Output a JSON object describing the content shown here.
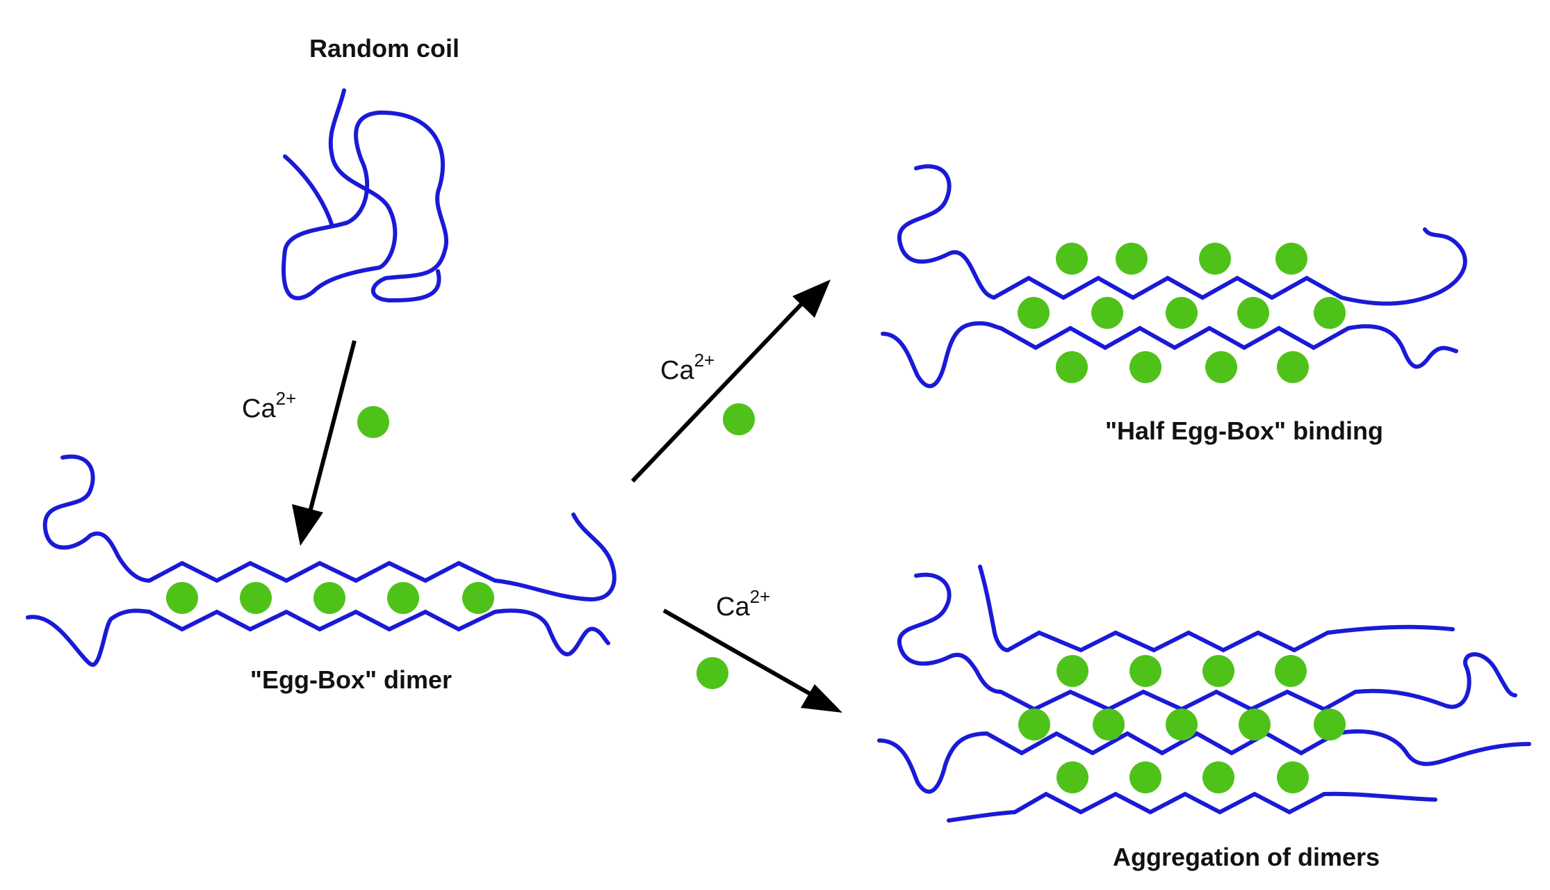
{
  "labels": {
    "random_coil": "Random coil",
    "egg_box_dimer": "\"Egg-Box\" dimer",
    "half_egg_box": "\"Half Egg-Box\" binding",
    "aggregation": "Aggregation of dimers"
  },
  "ion": {
    "symbol": "Ca",
    "charge": "2+"
  },
  "colors": {
    "chain": "#1a1ad6",
    "ion": "#4fc21a",
    "arrow": "#000000"
  }
}
